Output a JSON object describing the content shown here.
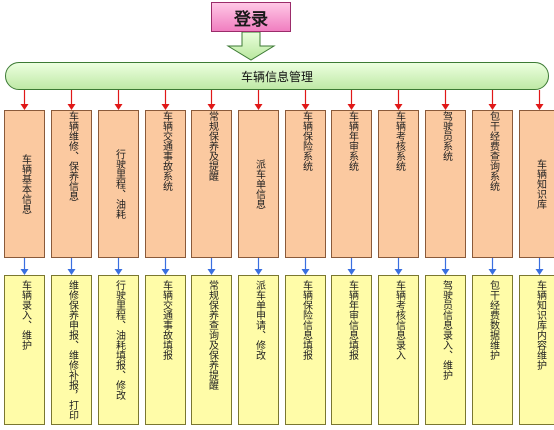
{
  "login": {
    "label": "登录"
  },
  "root": {
    "label": "车辆信息管理"
  },
  "modules": [
    {
      "label": "车辆基本信息",
      "sub": "车辆录入、维护"
    },
    {
      "label": "车辆维修、保养信息",
      "sub": "维修保养申报、维修补报，打印"
    },
    {
      "label": "行驶里程、油耗",
      "sub": "行驶里程、油耗填报、修改"
    },
    {
      "label": "车辆交通事故系统",
      "sub": "车辆交通事故填报"
    },
    {
      "label": "常规保养及提醒",
      "sub": "常规保养查询及保养提醒"
    },
    {
      "label": "派车单信息",
      "sub": "派车单申请、修改"
    },
    {
      "label": "车辆保险系统",
      "sub": "车辆保险信息填报"
    },
    {
      "label": "车辆年审系统",
      "sub": "车辆年审信息填报"
    },
    {
      "label": "车辆考核系统",
      "sub": "车辆考核信息录入"
    },
    {
      "label": "驾驶员系统",
      "sub": "驾驶员信息录入、维护"
    },
    {
      "label": "包干经费查询系统",
      "sub": "包干经费数据维护"
    },
    {
      "label": "车辆知识库",
      "sub": "车辆知识库内容维护"
    }
  ],
  "colors": {
    "login": "#f07ec0",
    "root": "#bfe9a6",
    "module": "#fbc9a0",
    "sub": "#fffca8",
    "arrow_red": "#e01818",
    "arrow_blue": "#3a6fe0"
  }
}
